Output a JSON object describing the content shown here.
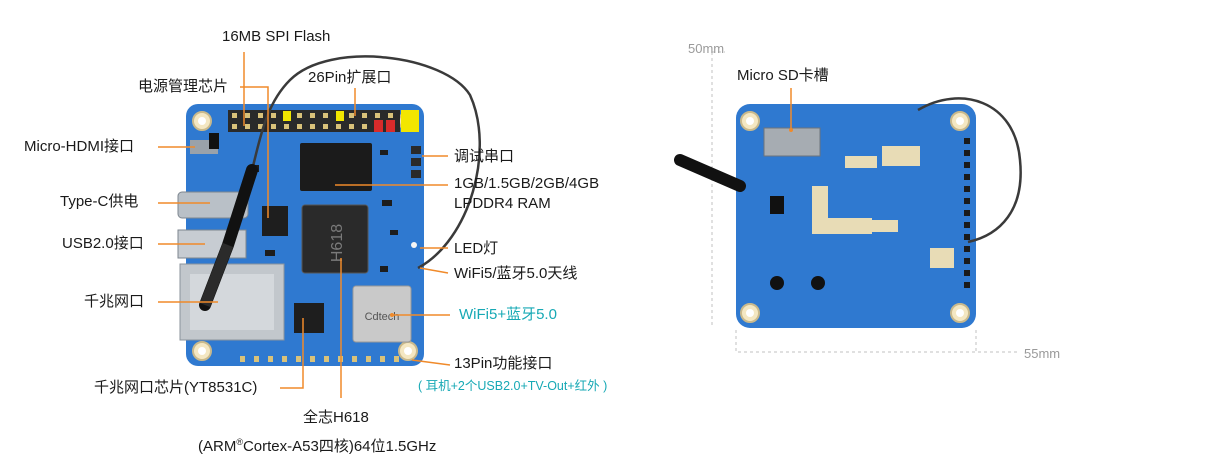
{
  "colors": {
    "board": "#2f79d0",
    "board_dark": "#1f5fb0",
    "leader": "#f08a2a",
    "teal_text": "#17a9b5",
    "dim_text": "#9a9a9a"
  },
  "front_labels": {
    "spi_flash": "16MB SPI Flash",
    "power_ic": "电源管理芯片",
    "pin26": "26Pin扩展口",
    "micro_hdmi": "Micro-HDMI接口",
    "debug_uart": "调试串口",
    "ram_line1": "1GB/1.5GB/2GB/4GB",
    "ram_line2": "LPDDR4 RAM",
    "type_c": "Type-C供电",
    "usb2": "USB2.0接口",
    "led": "LED灯",
    "antenna": "WiFi5/蓝牙5.0天线",
    "ethernet": "千兆网口",
    "wifi_module": "WiFi5+蓝牙5.0",
    "pin13": "13Pin功能接口",
    "pin13_detail": "( 耳机+2个USB2.0+TV-Out+红外 )",
    "eth_chip": "千兆网口芯片(YT8531C)",
    "soc_line1": "全志H618",
    "soc_line2_a": "(ARM",
    "soc_line2_sup": "®",
    "soc_line2_b": "Cortex-A53四核)64位1.5GHz"
  },
  "back_labels": {
    "sd_slot": "Micro SD卡槽",
    "dim_height": "50mm",
    "dim_width": "55mm"
  }
}
